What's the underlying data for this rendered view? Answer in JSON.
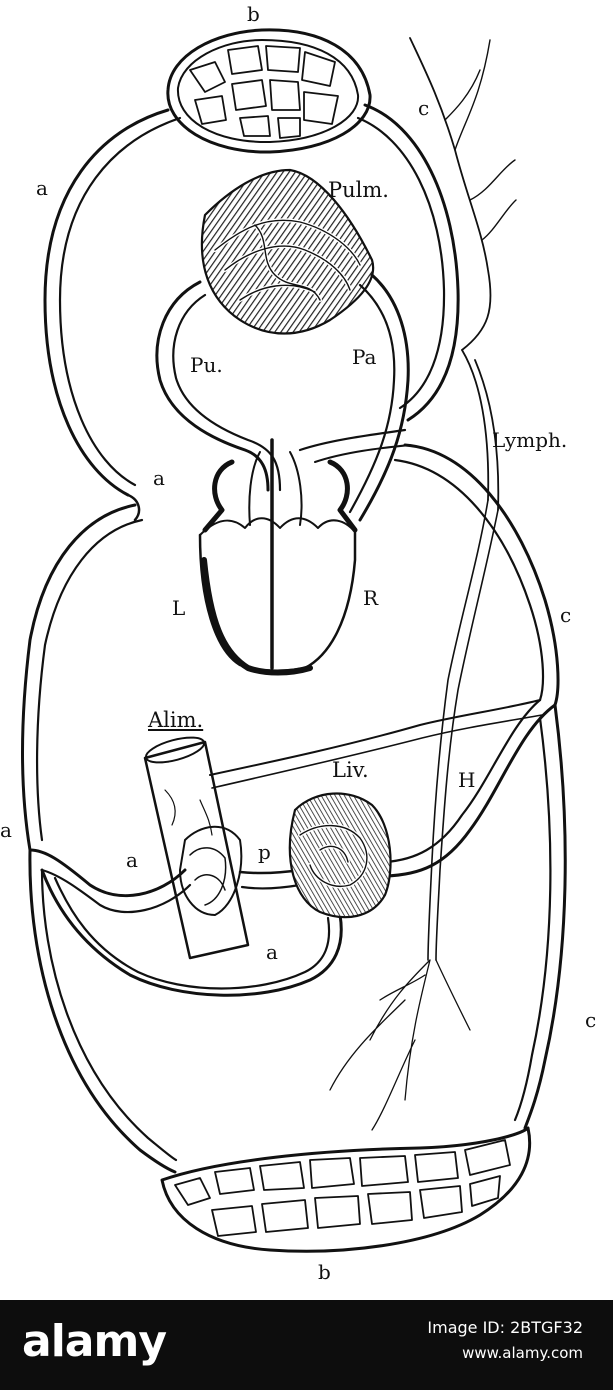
{
  "diagram": {
    "labels": {
      "b_top": "b",
      "c_top": "c",
      "a_upper_left": "a",
      "pulm": "Pulm.",
      "pu": "Pu.",
      "pa": "Pa",
      "lymph": "Lymph.",
      "a_mid": "a",
      "l": "L",
      "r": "R",
      "c_right_mid": "c",
      "alim": "Alim.",
      "liv": "Liv.",
      "h": "H",
      "a_left_edge": "a",
      "a_gut": "a",
      "p": "p",
      "a_low": "a",
      "c_right_low": "c",
      "b_bottom": "b"
    }
  },
  "watermark": {
    "logo": "alamy",
    "image_id": "Image ID: 2BTGF32",
    "url": "www.alamy.com"
  }
}
